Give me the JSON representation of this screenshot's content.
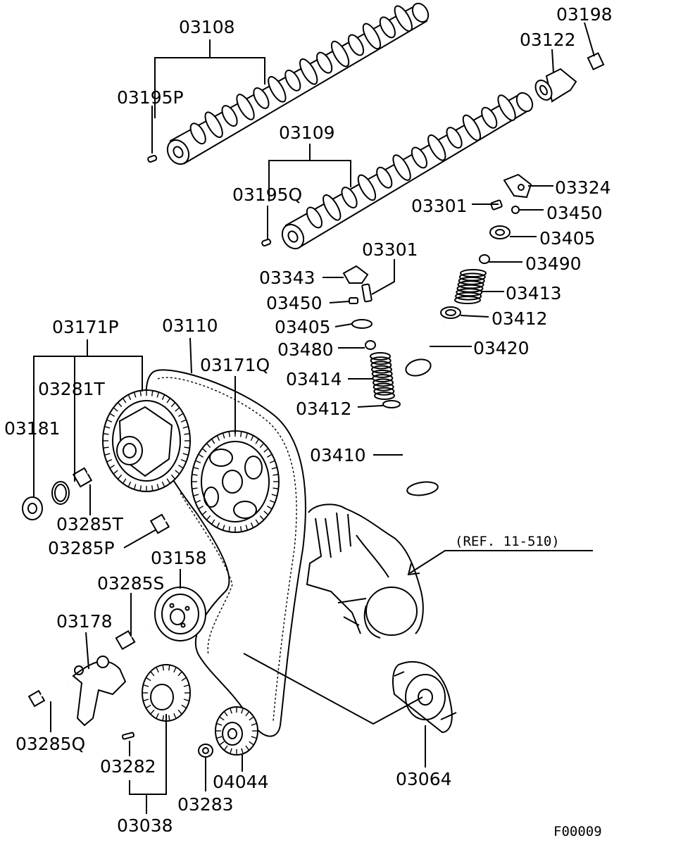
{
  "diagram": {
    "parts": [
      {
        "id": "p03108",
        "label": "03108"
      },
      {
        "id": "p03198",
        "label": "03198"
      },
      {
        "id": "p03122",
        "label": "03122"
      },
      {
        "id": "p03195P",
        "label": "03195P"
      },
      {
        "id": "p03109",
        "label": "03109"
      },
      {
        "id": "p03195Q",
        "label": "03195Q"
      },
      {
        "id": "p03324",
        "label": "03324"
      },
      {
        "id": "p03301a",
        "label": "03301"
      },
      {
        "id": "p03450a",
        "label": "03450"
      },
      {
        "id": "p03405a",
        "label": "03405"
      },
      {
        "id": "p03490",
        "label": "03490"
      },
      {
        "id": "p03413",
        "label": "03413"
      },
      {
        "id": "p03412a",
        "label": "03412"
      },
      {
        "id": "p03420",
        "label": "03420"
      },
      {
        "id": "p03301b",
        "label": "03301"
      },
      {
        "id": "p03343",
        "label": "03343"
      },
      {
        "id": "p03450b",
        "label": "03450"
      },
      {
        "id": "p03405b",
        "label": "03405"
      },
      {
        "id": "p03480",
        "label": "03480"
      },
      {
        "id": "p03414",
        "label": "03414"
      },
      {
        "id": "p03412b",
        "label": "03412"
      },
      {
        "id": "p03410",
        "label": "03410"
      },
      {
        "id": "p03171P",
        "label": "03171P"
      },
      {
        "id": "p03110",
        "label": "03110"
      },
      {
        "id": "p03171Q",
        "label": "03171Q"
      },
      {
        "id": "p03281T",
        "label": "03281T"
      },
      {
        "id": "p03181",
        "label": "03181"
      },
      {
        "id": "p03285T",
        "label": "03285T"
      },
      {
        "id": "p03285P",
        "label": "03285P"
      },
      {
        "id": "p03158",
        "label": "03158"
      },
      {
        "id": "p03285S",
        "label": "03285S"
      },
      {
        "id": "p03178",
        "label": "03178"
      },
      {
        "id": "p03285Q",
        "label": "03285Q"
      },
      {
        "id": "p03282",
        "label": "03282"
      },
      {
        "id": "p04044",
        "label": "04044"
      },
      {
        "id": "p03283",
        "label": "03283"
      },
      {
        "id": "p03038",
        "label": "03038"
      },
      {
        "id": "p03064",
        "label": "03064"
      }
    ],
    "reference": "(REF. 11-510)",
    "figure_code": "F00009"
  }
}
